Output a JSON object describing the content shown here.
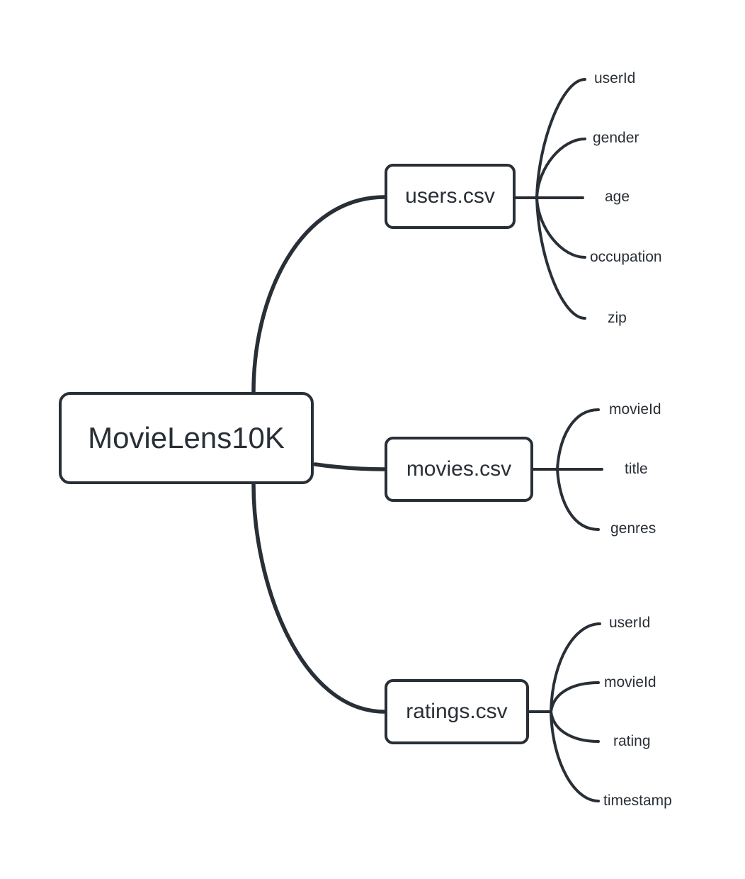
{
  "diagram_title": "MovieLens10K",
  "colors": {
    "stroke": "#292f36",
    "background": "#ffffff",
    "node_fill": "#ffffff"
  },
  "root": {
    "label": "MovieLens10K"
  },
  "files": [
    {
      "label": "users.csv",
      "columns": [
        "userId",
        "gender",
        "age",
        "occupation",
        "zip"
      ]
    },
    {
      "label": "movies.csv",
      "columns": [
        "movieId",
        "title",
        "genres"
      ]
    },
    {
      "label": "ratings.csv",
      "columns": [
        "userId",
        "movieId",
        "rating",
        "timestamp"
      ]
    }
  ]
}
